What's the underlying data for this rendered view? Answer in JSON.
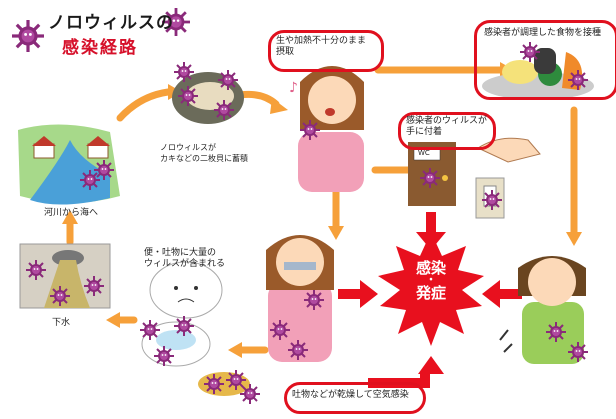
{
  "title": {
    "line1": "ノロウィルスの",
    "line2": "感染経路"
  },
  "labels": {
    "raw_food": "生や加熱不十分のまま",
    "raw_food_2": "摂取",
    "infected_cook": "感染者が調理した食物を接種",
    "hand_virus": "感染者のウィルスが",
    "hand_virus_2": "手に付着",
    "oyster": "ノロウィルスが",
    "oyster_2": "カキなどの二枚貝に蓄積",
    "river": "河川から海へ",
    "stool": "便・吐物に大量の",
    "stool_2": "ウィルスが含まれる",
    "sewer": "下水",
    "vomit_air": "吐物などが乾燥して空気感染",
    "wc": "WC",
    "center_1": "感染",
    "center_dot": "・",
    "center_2": "発症"
  },
  "colors": {
    "arrow_orange": "#f6a03a",
    "arrow_red": "#e8101e",
    "title_red": "#d6102a",
    "virus_purple": "#8a2a7a"
  }
}
